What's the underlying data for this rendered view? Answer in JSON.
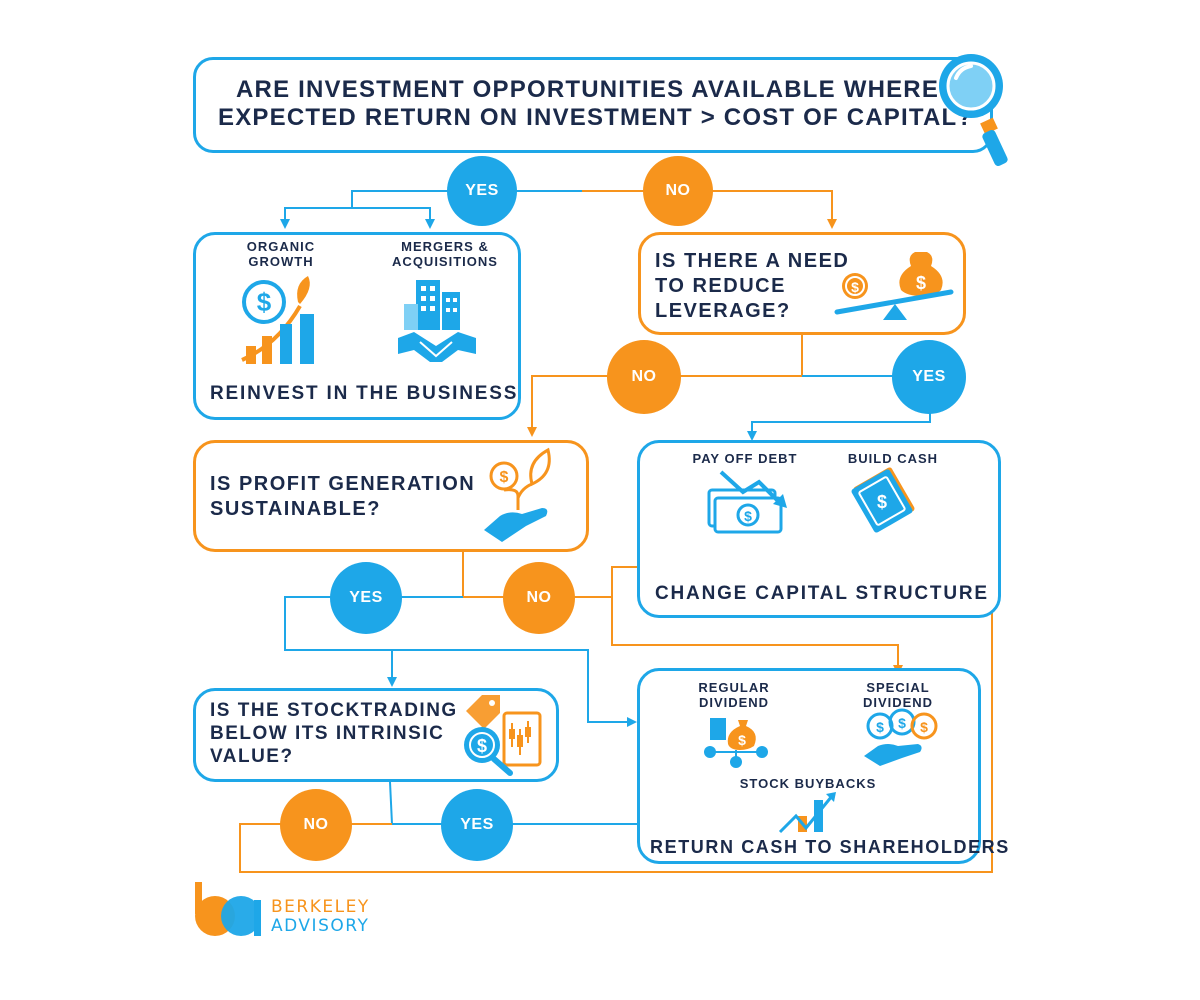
{
  "title": {
    "line1": "ARE INVESTMENT OPPORTUNITIES AVAILABLE WHERE",
    "line2": "EXPECTED RETURN ON INVESTMENT > COST OF CAPITAL?"
  },
  "answers": {
    "yes": "YES",
    "no": "NO"
  },
  "reinvest": {
    "organic_line1": "ORGANIC",
    "organic_line2": "GROWTH",
    "ma_line1": "MERGERS &",
    "ma_line2": "ACQUISITIONS",
    "footer": "REINVEST IN THE BUSINESS"
  },
  "leverage": {
    "line1": "IS THERE A NEED",
    "line2": "TO REDUCE",
    "line3": "LEVERAGE?"
  },
  "profit": {
    "line1": "IS PROFIT GENERATION",
    "line2": "SUSTAINABLE?"
  },
  "capital": {
    "pay_off": "PAY OFF DEBT",
    "build_cash": "BUILD CASH",
    "footer": "CHANGE CAPITAL STRUCTURE"
  },
  "stock": {
    "line1": "IS THE STOCKTRADING",
    "line2": "BELOW ITS INTRINSIC",
    "line3": "VALUE?"
  },
  "returns": {
    "regular_line1": "REGULAR",
    "regular_line2": "DIVIDEND",
    "special_line1": "SPECIAL",
    "special_line2": "DIVIDEND",
    "buybacks": "STOCK BUYBACKS",
    "footer": "RETURN CASH TO SHAREHOLDERS"
  },
  "logo": {
    "line1": "BERKELEY",
    "line2": "ADVISORY"
  },
  "colors": {
    "blue": "#1ea7e8",
    "orange": "#f7941d",
    "navy": "#1b2a4a"
  }
}
